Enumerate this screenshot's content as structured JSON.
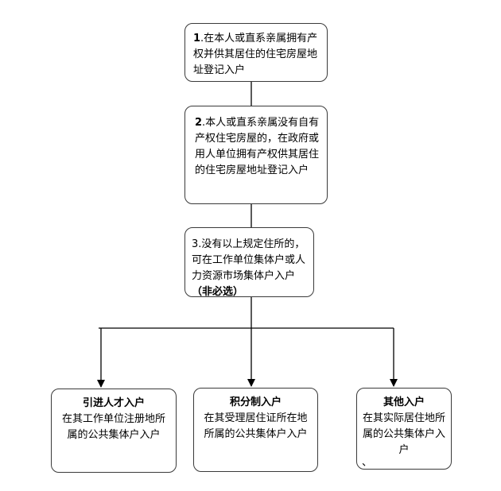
{
  "step1": {
    "num": "1",
    "text": ".在本人或直系亲属拥有产权并供其居住的住宅房屋地址登记入户"
  },
  "step2": {
    "num": "2",
    "text": ".本人或直系亲属没有自有产权住宅房屋的，在政府或用人单位拥有产权供其居住的住宅房屋地址登记入户"
  },
  "step3": {
    "text": "3.没有以上规定住所的，可在工作单位集体户或人力资源市场集体户入户",
    "bold_tail": "（非必选）"
  },
  "branches": [
    {
      "title": "引进人才入户",
      "text": "在其工作单位注册地所属的公共集体户入户"
    },
    {
      "title": "积分制入户",
      "text": "在其受理居住证所在地所属的公共集体户入户"
    },
    {
      "title": "其他入户",
      "text": "在其实际居住地所属的公共集体户入户",
      "tail": "、"
    }
  ]
}
